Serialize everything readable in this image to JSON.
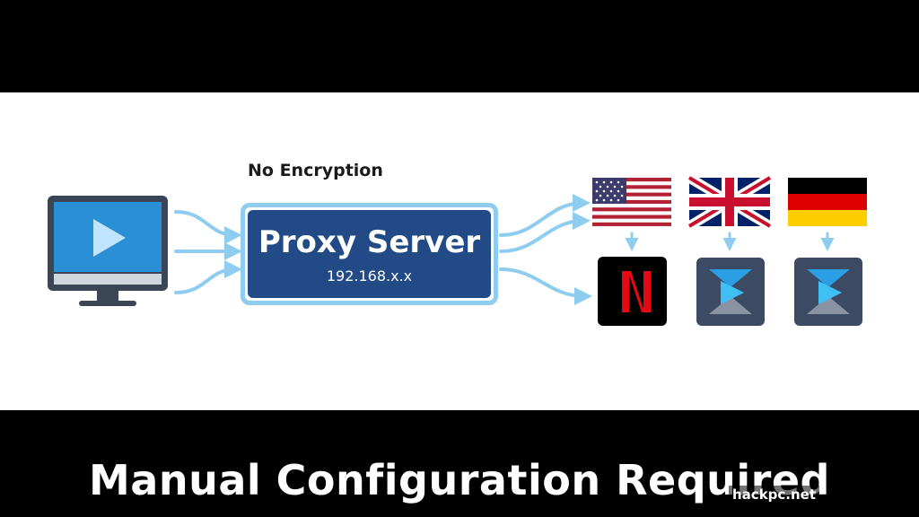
{
  "diagram": {
    "annotation": "No Encryption",
    "proxy": {
      "title": "Proxy Server",
      "ip": "192.168.x.x"
    },
    "source_icon": "monitor-play-icon",
    "flags": [
      {
        "icon": "usa-flag-icon",
        "service_icon": "netflix-icon"
      },
      {
        "icon": "uk-flag-icon",
        "service_icon": "kodi-icon"
      },
      {
        "icon": "germany-flag-icon",
        "service_icon": "kodi-icon"
      }
    ],
    "colors": {
      "arrow": "#8fcdf0",
      "proxy_fill": "#214a87",
      "proxy_border": "#8fcdf0",
      "monitor_frame": "#3a4656",
      "monitor_screen": "#2b8fd6",
      "tile": "#3d4a63",
      "netflix_red": "#e50914"
    }
  },
  "caption": "Manual Configuration Required",
  "watermark": "hackpc.net"
}
